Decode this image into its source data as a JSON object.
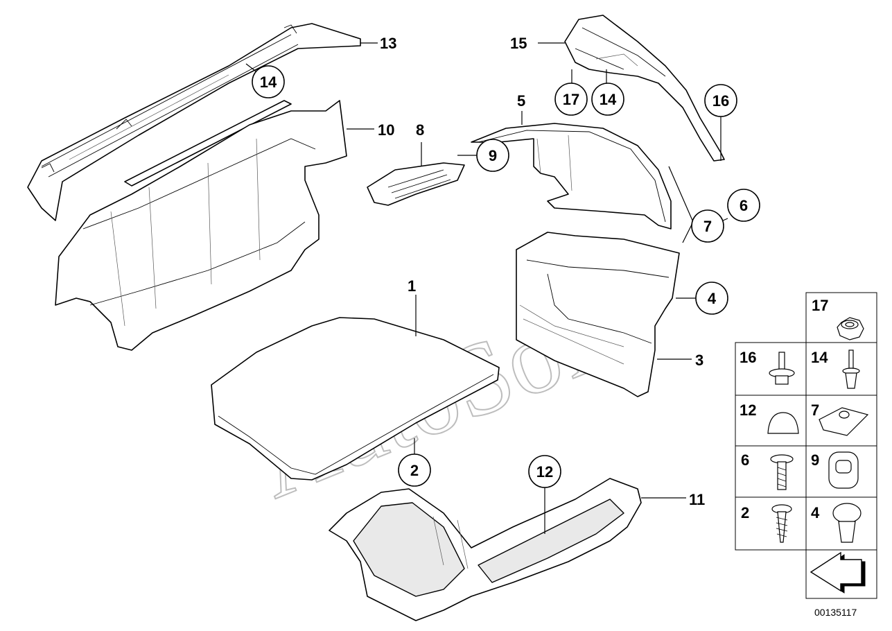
{
  "callouts": {
    "c_14_top": "14",
    "c_17": "17",
    "c_14_right": "14",
    "c_16": "16",
    "c_9": "9",
    "c_6": "6",
    "c_7": "7",
    "c_4": "4",
    "c_2": "2",
    "c_12": "12"
  },
  "labels": {
    "l_13": "13",
    "l_15": "15",
    "l_10": "10",
    "l_8": "8",
    "l_5": "5",
    "l_1": "1",
    "l_3": "3",
    "l_11": "11"
  },
  "fastener_table": {
    "cells": [
      {
        "key": "17",
        "icon": "hex-nut-icon"
      },
      {
        "key": "16",
        "icon": "push-rivet-icon"
      },
      {
        "key": "14",
        "icon": "expanding-rivet-icon"
      },
      {
        "key": "12",
        "icon": "dome-cap-icon"
      },
      {
        "key": "7",
        "icon": "clip-nut-icon"
      },
      {
        "key": "6",
        "icon": "screw-icon"
      },
      {
        "key": "9",
        "icon": "grommet-icon"
      },
      {
        "key": "2",
        "icon": "self-tapping-screw-icon"
      },
      {
        "key": "4",
        "icon": "expanding-clip-icon"
      }
    ],
    "direction_icon": "arrow-icon"
  },
  "watermark": "AutoSoft",
  "diagram_id": "00135117"
}
